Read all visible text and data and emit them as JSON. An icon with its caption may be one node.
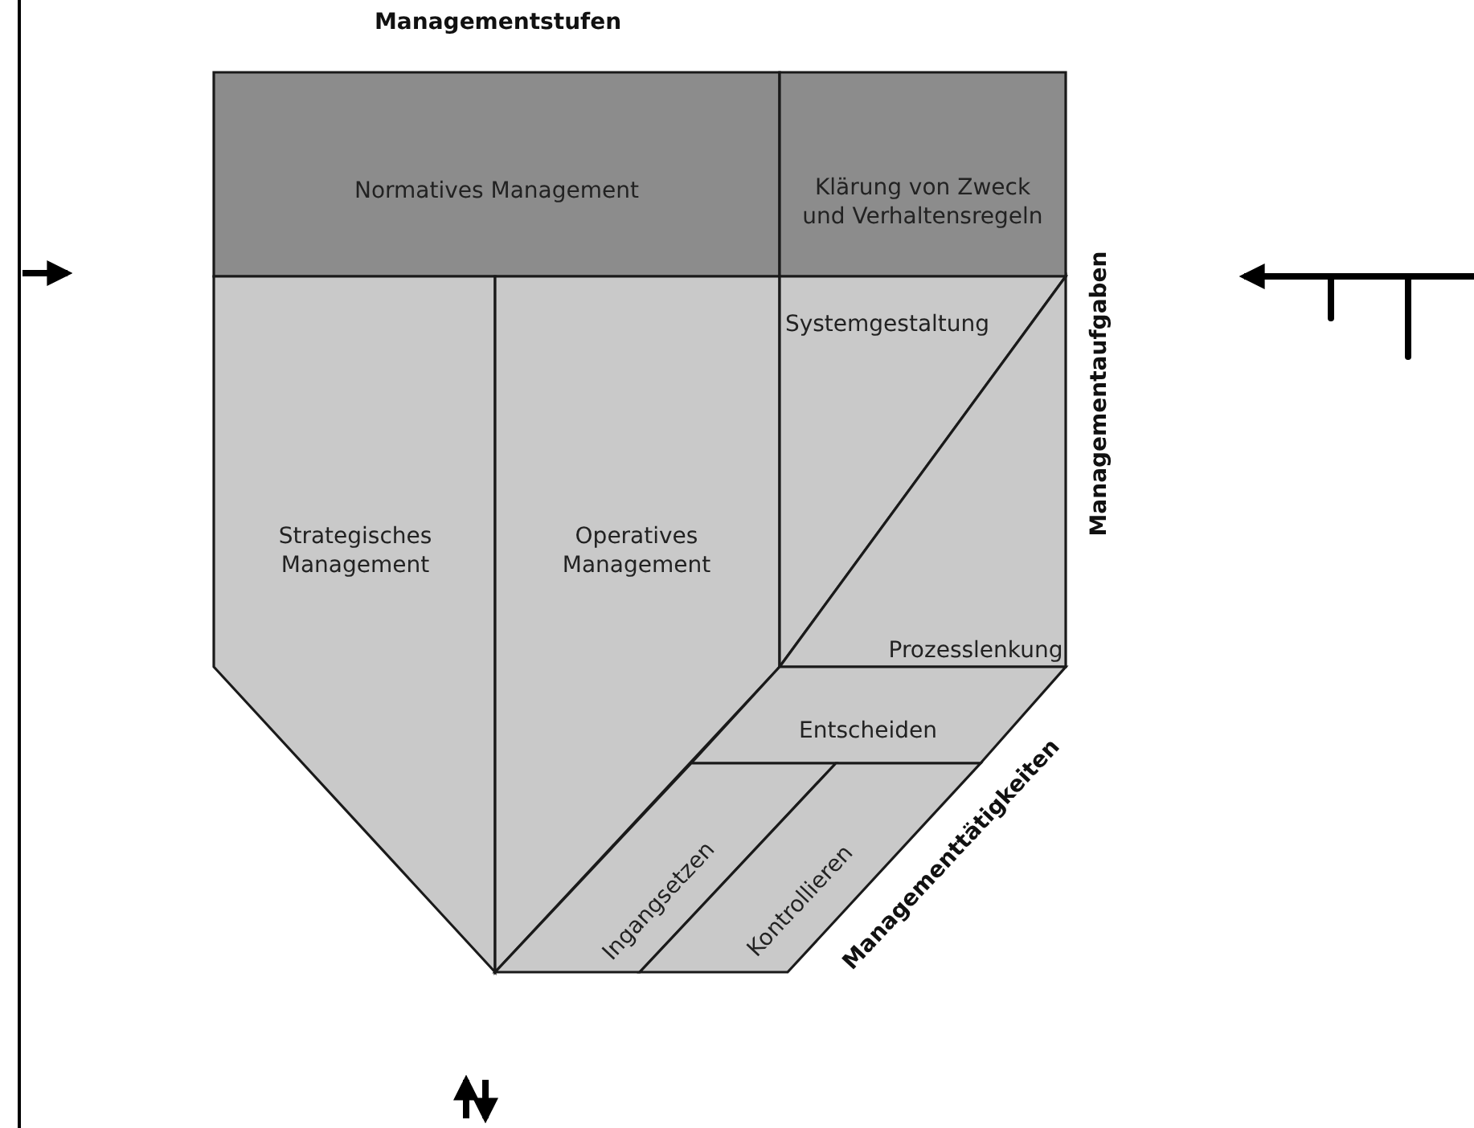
{
  "diagram": {
    "nodes": [
      {
        "text": [
          "Normatives Management"
        ]
      },
      {
        "text": [
          "Klärung von Zweck und Verhaltensregeln"
        ]
      },
      {
        "text": [
          "Strategisches Management"
        ]
      },
      {
        "text": [
          "Operatives Management"
        ]
      },
      {
        "text": [
          "Systemgestaltung"
        ]
      },
      {
        "text": [
          "Prozesslenkung"
        ]
      },
      {
        "text": [
          "Entscheiden"
        ]
      },
      {
        "text": [
          "Ingangsetzen"
        ]
      },
      {
        "text": [
          "Kontrollieren"
        ]
      }
    ],
    "labels": [
      "Managementstufen",
      "Managementaufgaben",
      "Managementtätigkeiten"
    ]
  }
}
